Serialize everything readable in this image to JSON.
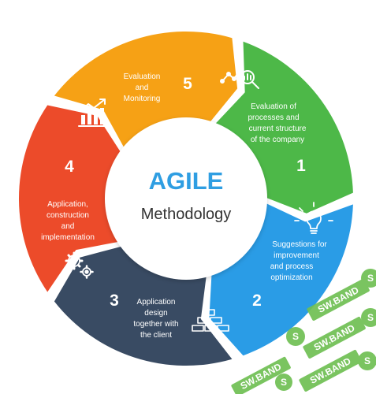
{
  "center": {
    "title": "AGILE",
    "subtitle": "Methodology",
    "title_color": "#2f9ee2",
    "subtitle_color": "#333333"
  },
  "steps": [
    {
      "number": "1",
      "lines": [
        "Evaluation of",
        "processes and",
        "current structure",
        "of the company"
      ],
      "color": "#4db848",
      "icon": "analytics-search-icon"
    },
    {
      "number": "2",
      "lines": [
        "Suggestions for",
        "improvement",
        "and process",
        "optimization"
      ],
      "color": "#2a9ce6",
      "icon": "lightbulb-icon"
    },
    {
      "number": "3",
      "lines": [
        "Application",
        "design",
        "together with",
        "the client"
      ],
      "color": "#394b63",
      "icon": "bricks-icon"
    },
    {
      "number": "4",
      "lines": [
        "Application,",
        "construction",
        "and",
        "implementation"
      ],
      "color": "#ec4b2a",
      "icon": "gears-icon"
    },
    {
      "number": "5",
      "lines": [
        "Evaluation",
        "and",
        "Monitoring"
      ],
      "color": "#f6a115",
      "icon": "bar-chart-growth-icon"
    }
  ],
  "watermark": {
    "text": "SW.BAND",
    "color": "#6fbf53"
  }
}
